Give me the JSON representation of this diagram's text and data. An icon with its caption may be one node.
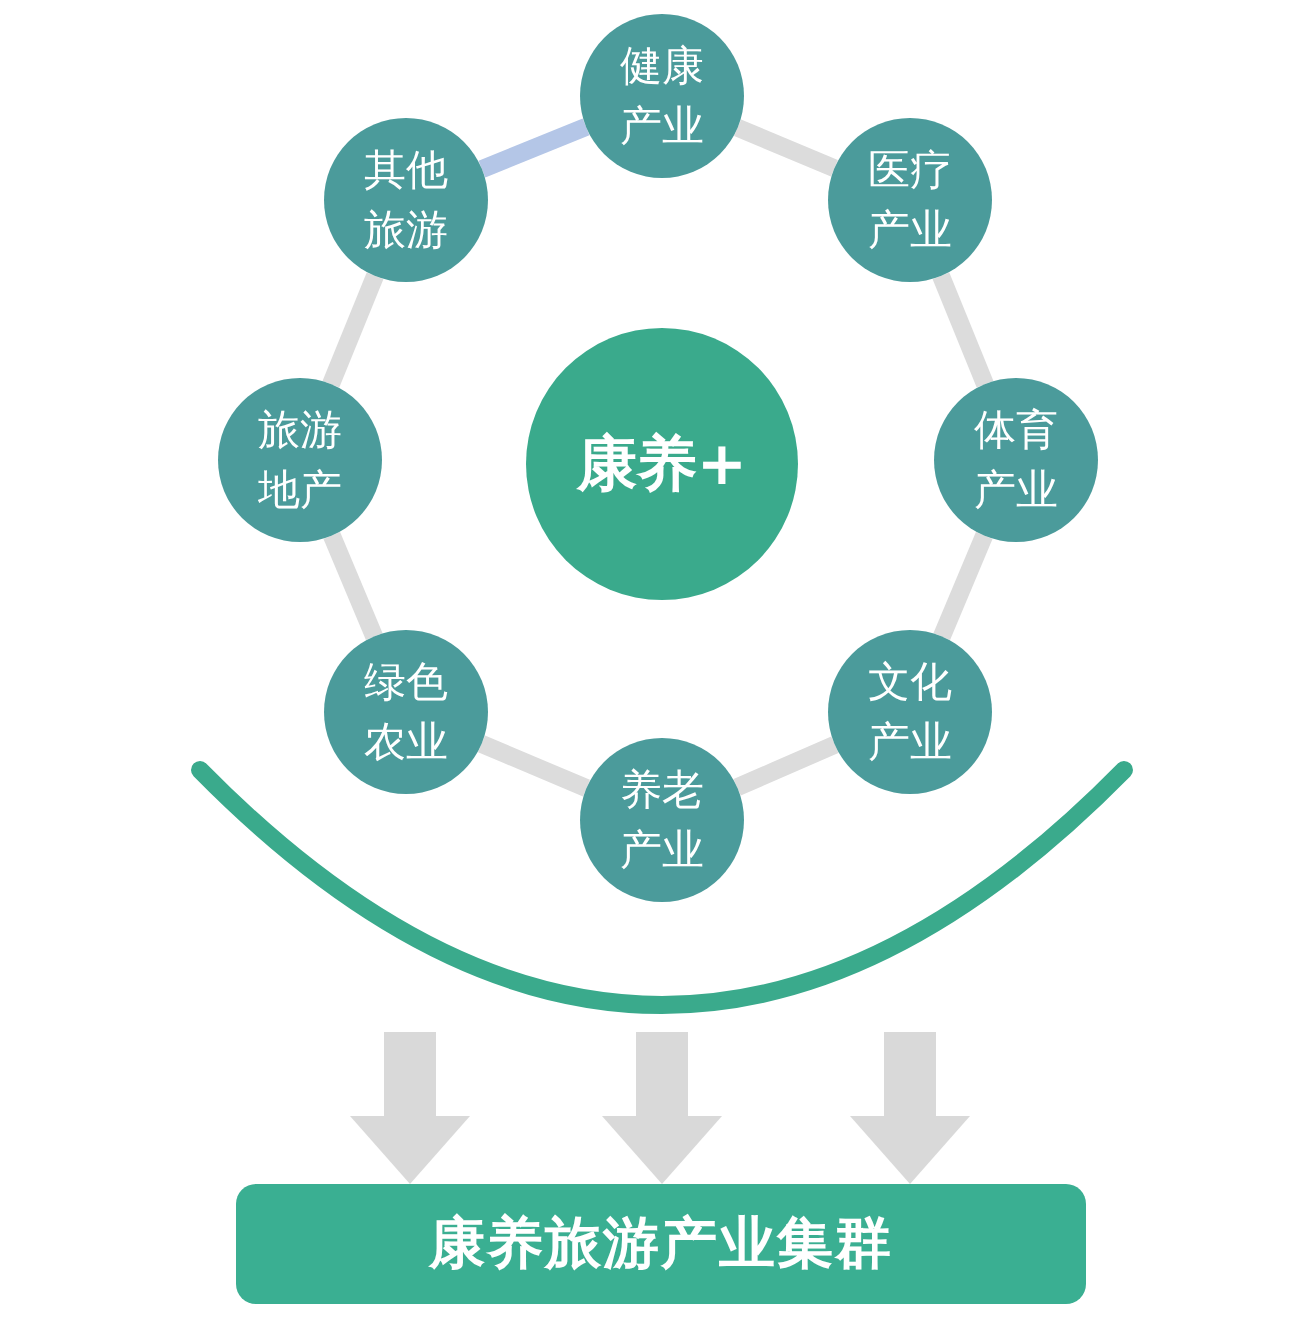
{
  "diagram": {
    "nodes": [
      {
        "text": [
          "康养+"
        ]
      },
      {
        "text": [
          "健康产业"
        ]
      },
      {
        "text": [
          "医疗产业"
        ]
      },
      {
        "text": [
          "体育产业"
        ]
      },
      {
        "text": [
          "文化产业"
        ]
      },
      {
        "text": [
          "养老产业"
        ]
      },
      {
        "text": [
          "绿色农业"
        ]
      },
      {
        "text": [
          "旅游地产"
        ]
      },
      {
        "text": [
          "其他旅游"
        ]
      },
      {
        "text": [
          "康养旅游产业集群"
        ]
      }
    ],
    "edges": [
      {
        "from": 1,
        "to": 2,
        "arrow": "none"
      },
      {
        "from": 2,
        "to": 3,
        "arrow": "none"
      },
      {
        "from": 3,
        "to": 4,
        "arrow": "none"
      },
      {
        "from": 4,
        "to": 5,
        "arrow": "none"
      },
      {
        "from": 5,
        "to": 6,
        "arrow": "none"
      },
      {
        "from": 6,
        "to": 7,
        "arrow": "none"
      },
      {
        "from": 7,
        "to": 8,
        "arrow": "none"
      },
      {
        "from": 8,
        "to": 1,
        "arrow": "none",
        "color": "#b4c6e7"
      },
      {
        "from": null,
        "to": 9,
        "arrow": "to",
        "style": "thick"
      },
      {
        "from": null,
        "to": 9,
        "arrow": "to",
        "style": "thick"
      },
      {
        "from": null,
        "to": 9,
        "arrow": "to",
        "style": "thick"
      }
    ]
  }
}
